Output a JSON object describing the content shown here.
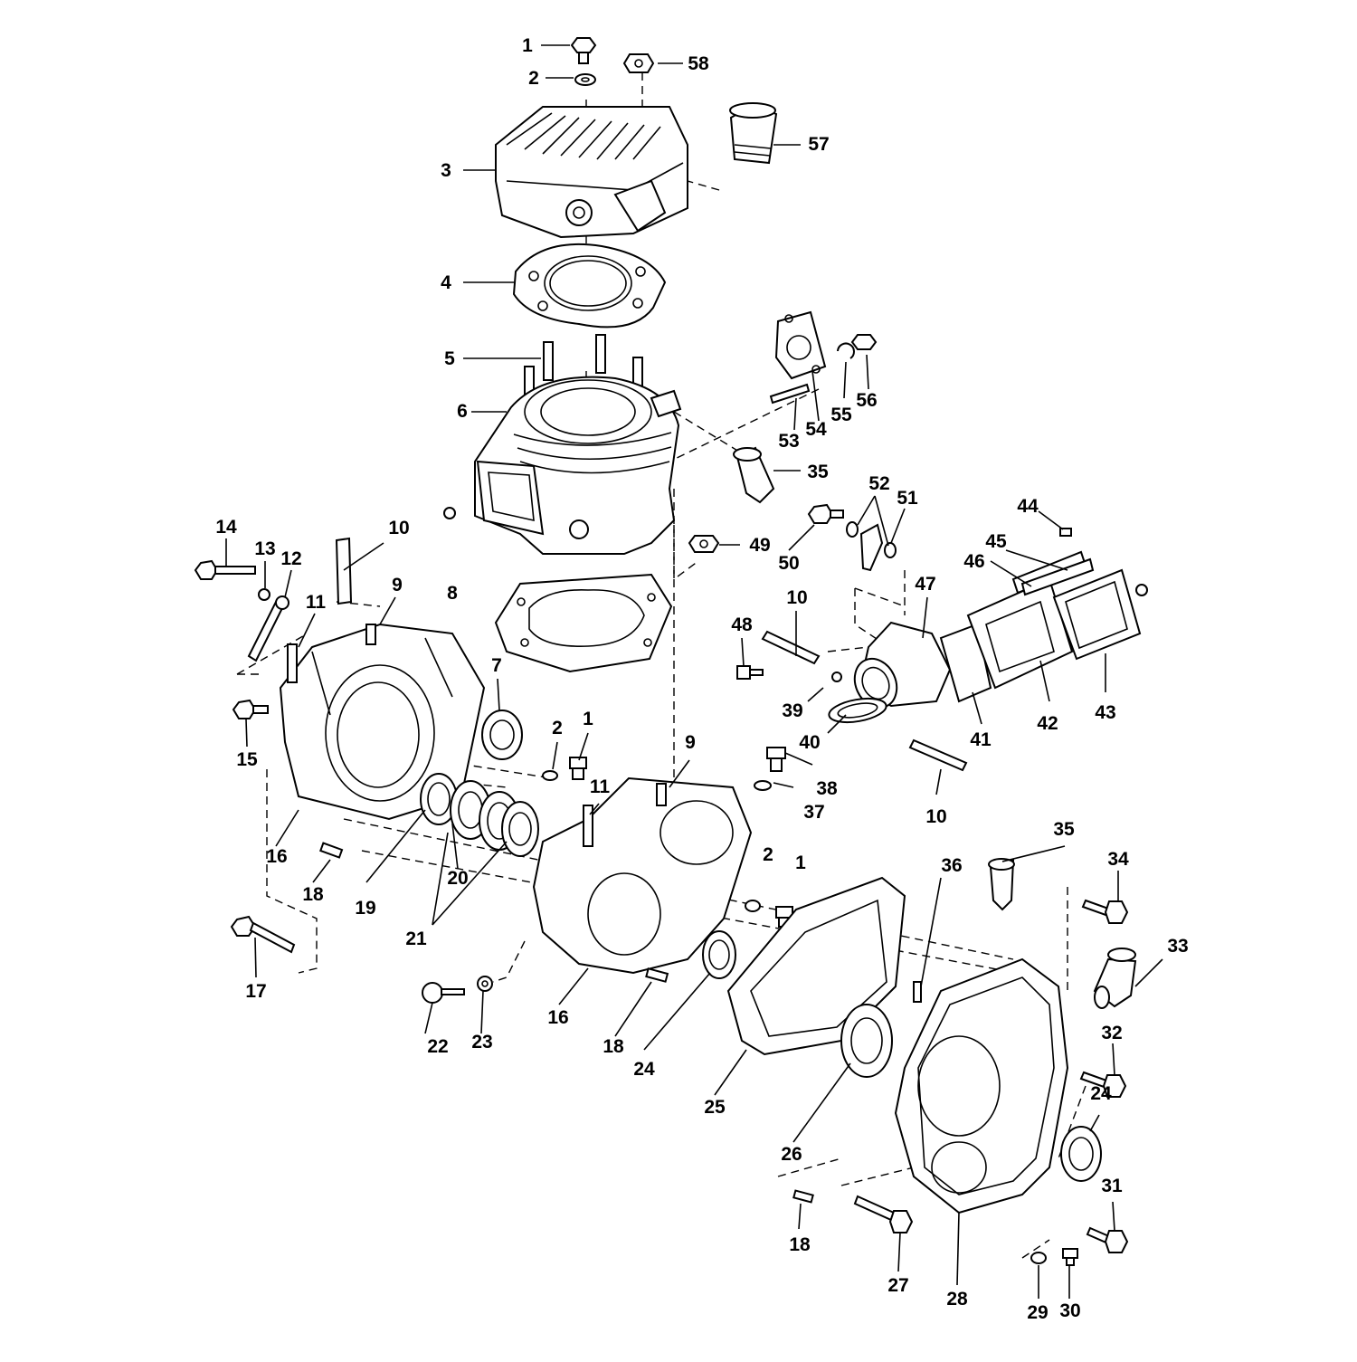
{
  "callouts": [
    {
      "n": "1"
    },
    {
      "n": "2"
    },
    {
      "n": "3"
    },
    {
      "n": "4"
    },
    {
      "n": "5"
    },
    {
      "n": "6"
    },
    {
      "n": "7"
    },
    {
      "n": "8"
    },
    {
      "n": "9"
    },
    {
      "n": "10"
    },
    {
      "n": "11"
    },
    {
      "n": "12"
    },
    {
      "n": "13"
    },
    {
      "n": "14"
    },
    {
      "n": "15"
    },
    {
      "n": "16"
    },
    {
      "n": "17"
    },
    {
      "n": "18"
    },
    {
      "n": "19"
    },
    {
      "n": "20"
    },
    {
      "n": "21"
    },
    {
      "n": "22"
    },
    {
      "n": "23"
    },
    {
      "n": "24"
    },
    {
      "n": "25"
    },
    {
      "n": "26"
    },
    {
      "n": "27"
    },
    {
      "n": "28"
    },
    {
      "n": "29"
    },
    {
      "n": "30"
    },
    {
      "n": "31"
    },
    {
      "n": "32"
    },
    {
      "n": "33"
    },
    {
      "n": "34"
    },
    {
      "n": "35"
    },
    {
      "n": "36"
    },
    {
      "n": "37"
    },
    {
      "n": "38"
    },
    {
      "n": "39"
    },
    {
      "n": "40"
    },
    {
      "n": "41"
    },
    {
      "n": "42"
    },
    {
      "n": "43"
    },
    {
      "n": "44"
    },
    {
      "n": "45"
    },
    {
      "n": "46"
    },
    {
      "n": "47"
    },
    {
      "n": "48"
    },
    {
      "n": "49"
    },
    {
      "n": "50"
    },
    {
      "n": "51"
    },
    {
      "n": "52"
    },
    {
      "n": "53"
    },
    {
      "n": "54"
    },
    {
      "n": "55"
    },
    {
      "n": "56"
    },
    {
      "n": "57"
    },
    {
      "n": "58"
    }
  ]
}
